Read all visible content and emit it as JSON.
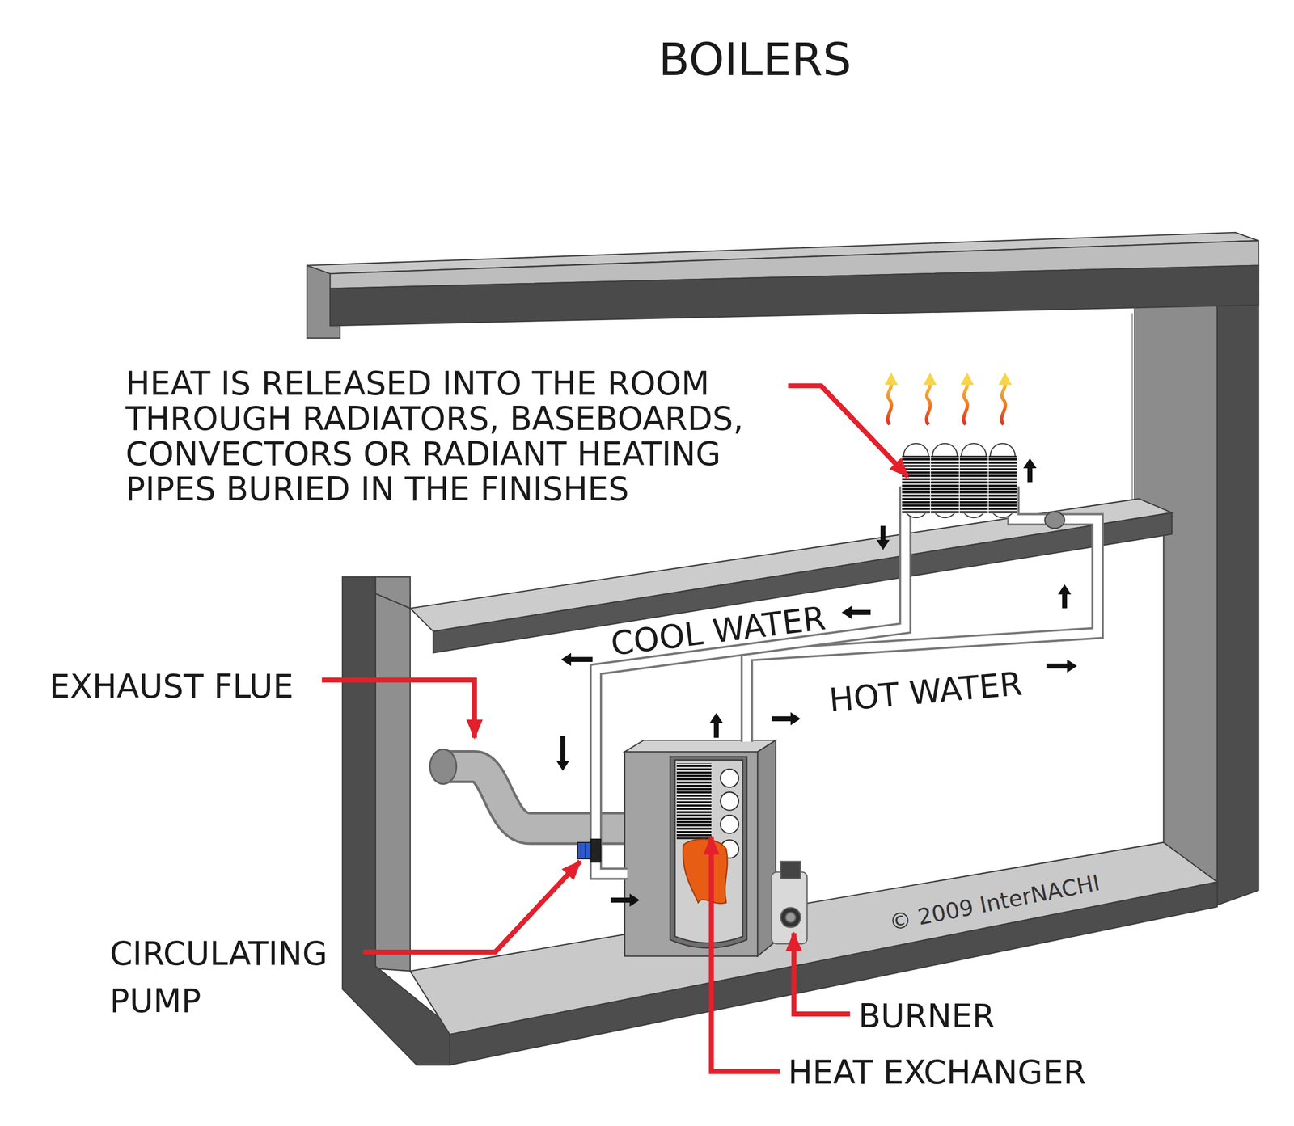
{
  "diagram": {
    "title": "BOILERS",
    "labels": [
      "HEAT IS RELEASED INTO THE ROOM THROUGH RADIATORS, BASEBOARDS, CONVECTORS OR RADIANT HEATING PIPES BURIED IN THE FINISHES",
      "COOL WATER",
      "EXHAUST FLUE",
      "HOT WATER",
      "© 2009 InterNACHI",
      "CIRCULATING PUMP",
      "BURNER",
      "HEAT EXCHANGER"
    ]
  }
}
